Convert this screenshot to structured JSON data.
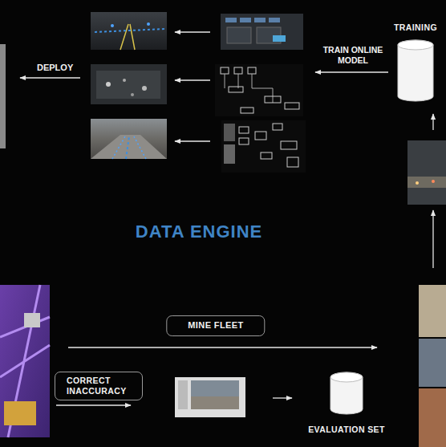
{
  "diagram": {
    "title": "DATA ENGINE",
    "nodes": [
      {
        "text": [
          "TRAINING"
        ]
      },
      {
        "text": [
          "MINE FLEET"
        ]
      },
      {
        "text": [
          "CORRECT INACCURACY"
        ]
      },
      {
        "text": [
          "EVALUATION SET"
        ]
      }
    ],
    "labels": [
      "DEPLOY",
      "TRAIN ONLINE MODEL"
    ]
  }
}
